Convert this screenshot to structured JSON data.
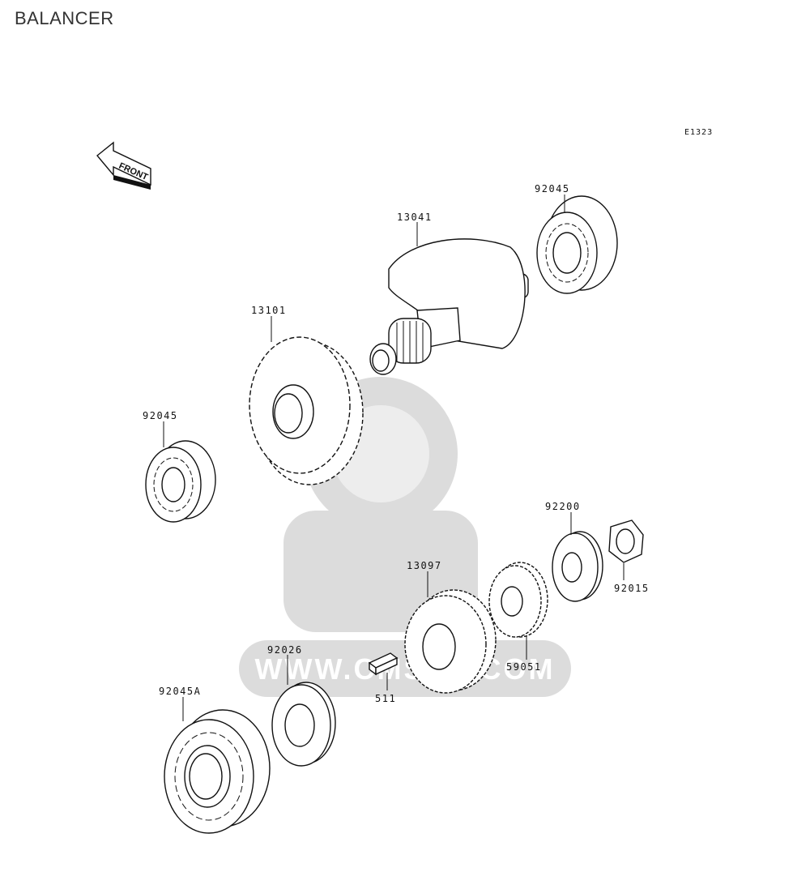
{
  "page": {
    "title": "BALANCER"
  },
  "diagram": {
    "ref_code": "E1323",
    "front_label": "FRONT",
    "watermark_text": "WWW.CMSNL.COM",
    "callouts": [
      {
        "id": "bearing-top",
        "label": "92045"
      },
      {
        "id": "balancer-shaft",
        "label": "13041"
      },
      {
        "id": "gear-large",
        "label": "13101"
      },
      {
        "id": "bearing-left",
        "label": "92045"
      },
      {
        "id": "washer",
        "label": "92200"
      },
      {
        "id": "nut",
        "label": "92015"
      },
      {
        "id": "gear-mid",
        "label": "13097"
      },
      {
        "id": "gear-small",
        "label": "59051"
      },
      {
        "id": "collar",
        "label": "92026"
      },
      {
        "id": "key",
        "label": "511"
      },
      {
        "id": "bearing-bottom",
        "label": "92045A"
      }
    ]
  }
}
